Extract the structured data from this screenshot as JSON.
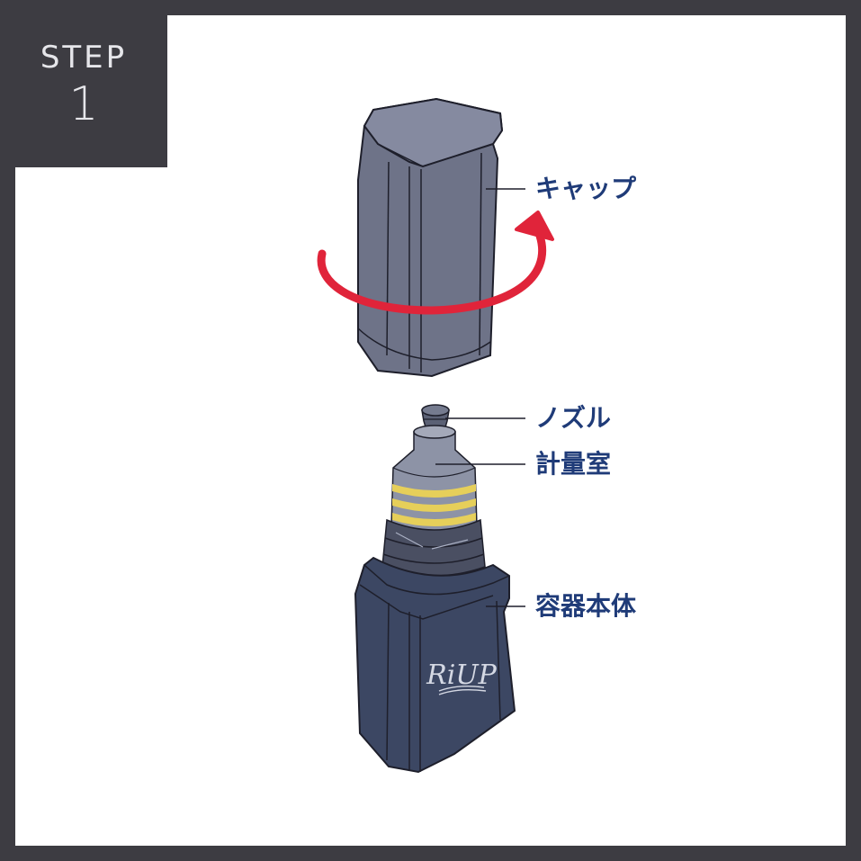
{
  "step": {
    "label": "STEP",
    "number": "1"
  },
  "labels": {
    "cap": "キャップ",
    "nozzle": "ノズル",
    "measuring_chamber": "計量室",
    "container_body": "容器本体"
  },
  "brand": {
    "logo_text": "RiUP"
  },
  "colors": {
    "frame": "#3d3c42",
    "cap": "#6e7388",
    "body": "#3c4763",
    "arrow": "#e0243a",
    "label_text": "#1f3b78",
    "stripe": "#e6cf5a"
  }
}
